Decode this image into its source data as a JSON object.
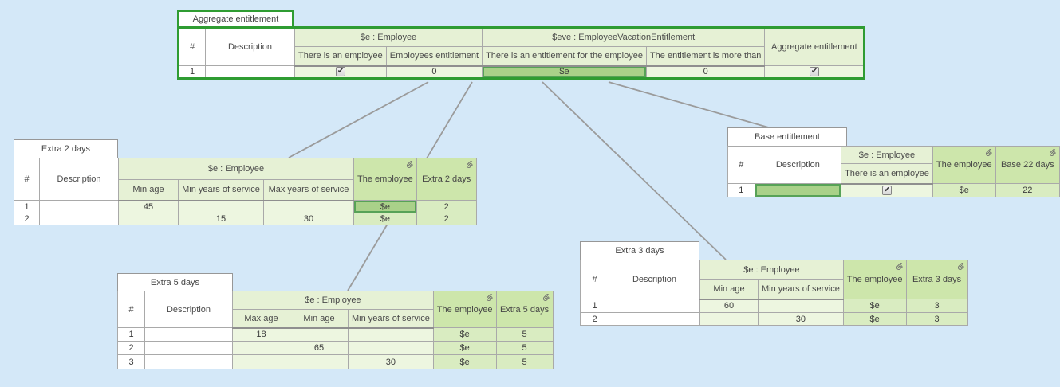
{
  "tables": {
    "aggregate": {
      "title": "Aggregate entitlement",
      "num_header": "#",
      "desc_header": "Description",
      "groups": [
        "$e : Employee",
        "$eve : EmployeeVacationEntitlement"
      ],
      "subheaders": [
        "There is an employee",
        "Employees entitlement",
        "There is an entitlement for the employee",
        "The entitlement is more than"
      ],
      "return_header": "Aggregate entitlement",
      "rows": [
        {
          "num": "1",
          "desc": "",
          "there_is_an_employee": true,
          "employees_entitlement": "0",
          "entitlement_for_employee": "$e",
          "entitlement_more_than": "0",
          "aggregate_entitlement": true
        }
      ]
    },
    "extra2": {
      "title": "Extra 2 days",
      "num_header": "#",
      "desc_header": "Description",
      "group": "$e : Employee",
      "subheaders": [
        "Min age",
        "Min years of service",
        "Max years of service"
      ],
      "employee_header": "The employee",
      "value_header": "Extra 2 days",
      "rows": [
        {
          "num": "1",
          "desc": "",
          "min_age": "45",
          "min_years_of_service": "",
          "max_years_of_service": "",
          "employee": "$e",
          "value": "2"
        },
        {
          "num": "2",
          "desc": "",
          "min_age": "",
          "min_years_of_service": "15",
          "max_years_of_service": "30",
          "employee": "$e",
          "value": "2"
        }
      ]
    },
    "base": {
      "title": "Base entitlement",
      "num_header": "#",
      "desc_header": "Description",
      "group": "$e : Employee",
      "subheaders": [
        "There is an employee"
      ],
      "employee_header": "The employee",
      "value_header": "Base 22 days",
      "rows": [
        {
          "num": "1",
          "desc": "",
          "there_is_an_employee": true,
          "employee": "$e",
          "value": "22"
        }
      ]
    },
    "extra5": {
      "title": "Extra 5 days",
      "num_header": "#",
      "desc_header": "Description",
      "group": "$e : Employee",
      "subheaders": [
        "Max age",
        "Min age",
        "Min years of service"
      ],
      "employee_header": "The employee",
      "value_header": "Extra 5 days",
      "rows": [
        {
          "num": "1",
          "desc": "",
          "max_age": "18",
          "min_age": "",
          "min_years_of_service": "",
          "employee": "$e",
          "value": "5"
        },
        {
          "num": "2",
          "desc": "",
          "max_age": "",
          "min_age": "65",
          "min_years_of_service": "",
          "employee": "$e",
          "value": "5"
        },
        {
          "num": "3",
          "desc": "",
          "max_age": "",
          "min_age": "",
          "min_years_of_service": "30",
          "employee": "$e",
          "value": "5"
        }
      ]
    },
    "extra3": {
      "title": "Extra 3 days",
      "num_header": "#",
      "desc_header": "Description",
      "group": "$e : Employee",
      "subheaders": [
        "Min age",
        "Min years of service"
      ],
      "employee_header": "The employee",
      "value_header": "Extra 3 days",
      "rows": [
        {
          "num": "1",
          "desc": "",
          "min_age": "60",
          "min_years_of_service": "",
          "employee": "$e",
          "value": "3"
        },
        {
          "num": "2",
          "desc": "",
          "min_age": "",
          "min_years_of_service": "30",
          "employee": "$e",
          "value": "3"
        }
      ]
    }
  },
  "links": [
    {
      "from": "Aggregate entitlement",
      "to": "Extra 2 days"
    },
    {
      "from": "Aggregate entitlement",
      "to": "Extra 5 days"
    },
    {
      "from": "Aggregate entitlement",
      "to": "Extra 3 days"
    },
    {
      "from": "Aggregate entitlement",
      "to": "Base entitlement"
    }
  ],
  "colors": {
    "background": "#d4e8f8",
    "accent_border": "#2f9c32",
    "selected_cell": "#a9d189",
    "header_cell": "#e6f1d5",
    "action_header": "#cde6ab",
    "action_cell": "#d9ecc1",
    "condition_cell": "#edf6e0",
    "line": "#9b9b9b"
  }
}
